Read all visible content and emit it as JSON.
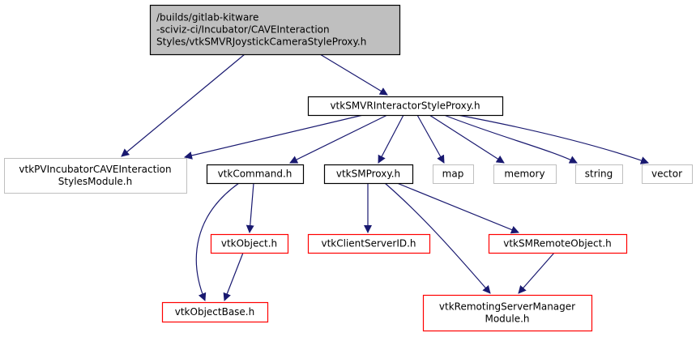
{
  "diagram": {
    "type": "include-dependency-graph",
    "colors": {
      "edge": "#191970",
      "root_fill": "#bfbfbf",
      "root_border": "#000000",
      "normal_border": "#000000",
      "external_border": "#bfbfbf",
      "truncated_border": "#ff0000",
      "node_fill": "#ffffff"
    },
    "nodes": [
      {
        "id": "root",
        "kind": "root",
        "lines": [
          "/builds/gitlab-kitware",
          "-sciviz-ci/Incubator/CAVEInteraction",
          "Styles/vtkSMVRJoystickCameraStyleProxy.h"
        ]
      },
      {
        "id": "interactor",
        "kind": "normal",
        "lines": [
          "vtkSMVRInteractorStyleProxy.h"
        ]
      },
      {
        "id": "pvincubator",
        "kind": "external",
        "lines": [
          "vtkPVIncubatorCAVEInteraction",
          "StylesModule.h"
        ]
      },
      {
        "id": "command",
        "kind": "normal",
        "lines": [
          "vtkCommand.h"
        ]
      },
      {
        "id": "smproxy",
        "kind": "normal",
        "lines": [
          "vtkSMProxy.h"
        ]
      },
      {
        "id": "map",
        "kind": "external",
        "lines": [
          "map"
        ]
      },
      {
        "id": "memory",
        "kind": "external",
        "lines": [
          "memory"
        ]
      },
      {
        "id": "string",
        "kind": "external",
        "lines": [
          "string"
        ]
      },
      {
        "id": "vector",
        "kind": "external",
        "lines": [
          "vector"
        ]
      },
      {
        "id": "object",
        "kind": "truncated",
        "lines": [
          "vtkObject.h"
        ]
      },
      {
        "id": "clientserverid",
        "kind": "truncated",
        "lines": [
          "vtkClientServerID.h"
        ]
      },
      {
        "id": "remoteobject",
        "kind": "truncated",
        "lines": [
          "vtkSMRemoteObject.h"
        ]
      },
      {
        "id": "objectbase",
        "kind": "truncated",
        "lines": [
          "vtkObjectBase.h"
        ]
      },
      {
        "id": "remoting",
        "kind": "truncated",
        "lines": [
          "vtkRemotingServerManager",
          "Module.h"
        ]
      }
    ],
    "edges": [
      {
        "from": "root",
        "to": "pvincubator"
      },
      {
        "from": "root",
        "to": "interactor"
      },
      {
        "from": "interactor",
        "to": "pvincubator"
      },
      {
        "from": "interactor",
        "to": "command"
      },
      {
        "from": "interactor",
        "to": "smproxy"
      },
      {
        "from": "interactor",
        "to": "map"
      },
      {
        "from": "interactor",
        "to": "memory"
      },
      {
        "from": "interactor",
        "to": "string"
      },
      {
        "from": "interactor",
        "to": "vector"
      },
      {
        "from": "command",
        "to": "object"
      },
      {
        "from": "command",
        "to": "objectbase"
      },
      {
        "from": "object",
        "to": "objectbase"
      },
      {
        "from": "smproxy",
        "to": "clientserverid"
      },
      {
        "from": "smproxy",
        "to": "remoteobject"
      },
      {
        "from": "smproxy",
        "to": "remoting"
      },
      {
        "from": "remoteobject",
        "to": "remoting"
      }
    ]
  }
}
